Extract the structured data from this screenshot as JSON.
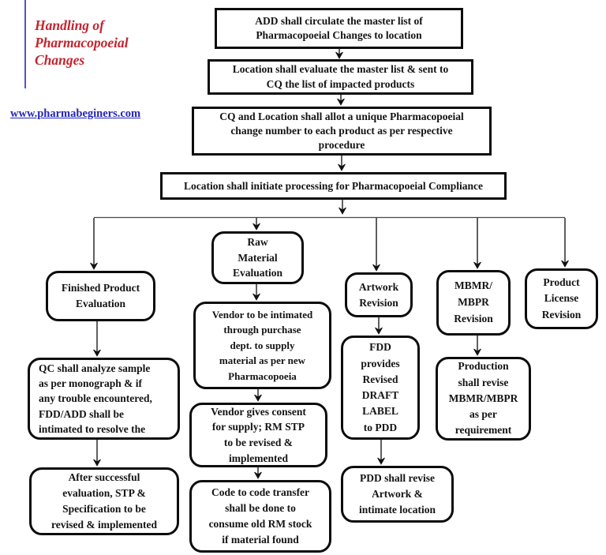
{
  "header": {
    "title": "Handling of\nPharmacopoeial\nChanges",
    "website": "www.pharmabeginers.com"
  },
  "colors": {
    "title_red": "#c3242f",
    "link_blue": "#2424b8",
    "box_border": "#0c0c0c",
    "background": "#ffffff"
  },
  "main_flow": {
    "step_1": "ADD shall circulate the master list of\nPharmacopoeial Changes to location",
    "step_2": "Location shall evaluate the master list & sent to\nCQ the list of impacted products",
    "step_3": "CQ and Location shall allot a unique Pharmacopoeial\nchange number to each product as per respective\nprocedure",
    "step_4": "Location shall initiate processing for Pharmacopoeial Compliance"
  },
  "branches": {
    "finished_product": {
      "head": "Finished Product\nEvaluation",
      "step_1": "QC shall analyze sample\nas per monograph & if\nany trouble encountered,\nFDD/ADD shall be\nintimated to resolve the",
      "step_2": "After successful\nevaluation, STP &\nSpecification to be\nrevised & implemented"
    },
    "raw_material": {
      "head": "Raw\nMaterial\nEvaluation",
      "step_1": "Vendor to be intimated\nthrough purchase\ndept. to supply\nmaterial as per new\nPharmacopoeia",
      "step_2": "Vendor gives consent\nfor supply; RM STP\nto be revised &\nimplemented",
      "step_3": "Code to code transfer\nshall be done to\nconsume old RM stock\nif material found"
    },
    "artwork": {
      "head": "Artwork\nRevision",
      "step_1": "FDD\nprovides\nRevised\nDRAFT\nLABEL\nto PDD",
      "step_2": "PDD shall revise\nArtwork &\nintimate location"
    },
    "mbmr_mbpr": {
      "head": "MBMR/\nMBPR\nRevision",
      "step_1": "Production\nshall revise\nMBMR/MBPR\nas per\nrequirement"
    },
    "product_license": {
      "head": "Product\nLicense\nRevision"
    }
  }
}
